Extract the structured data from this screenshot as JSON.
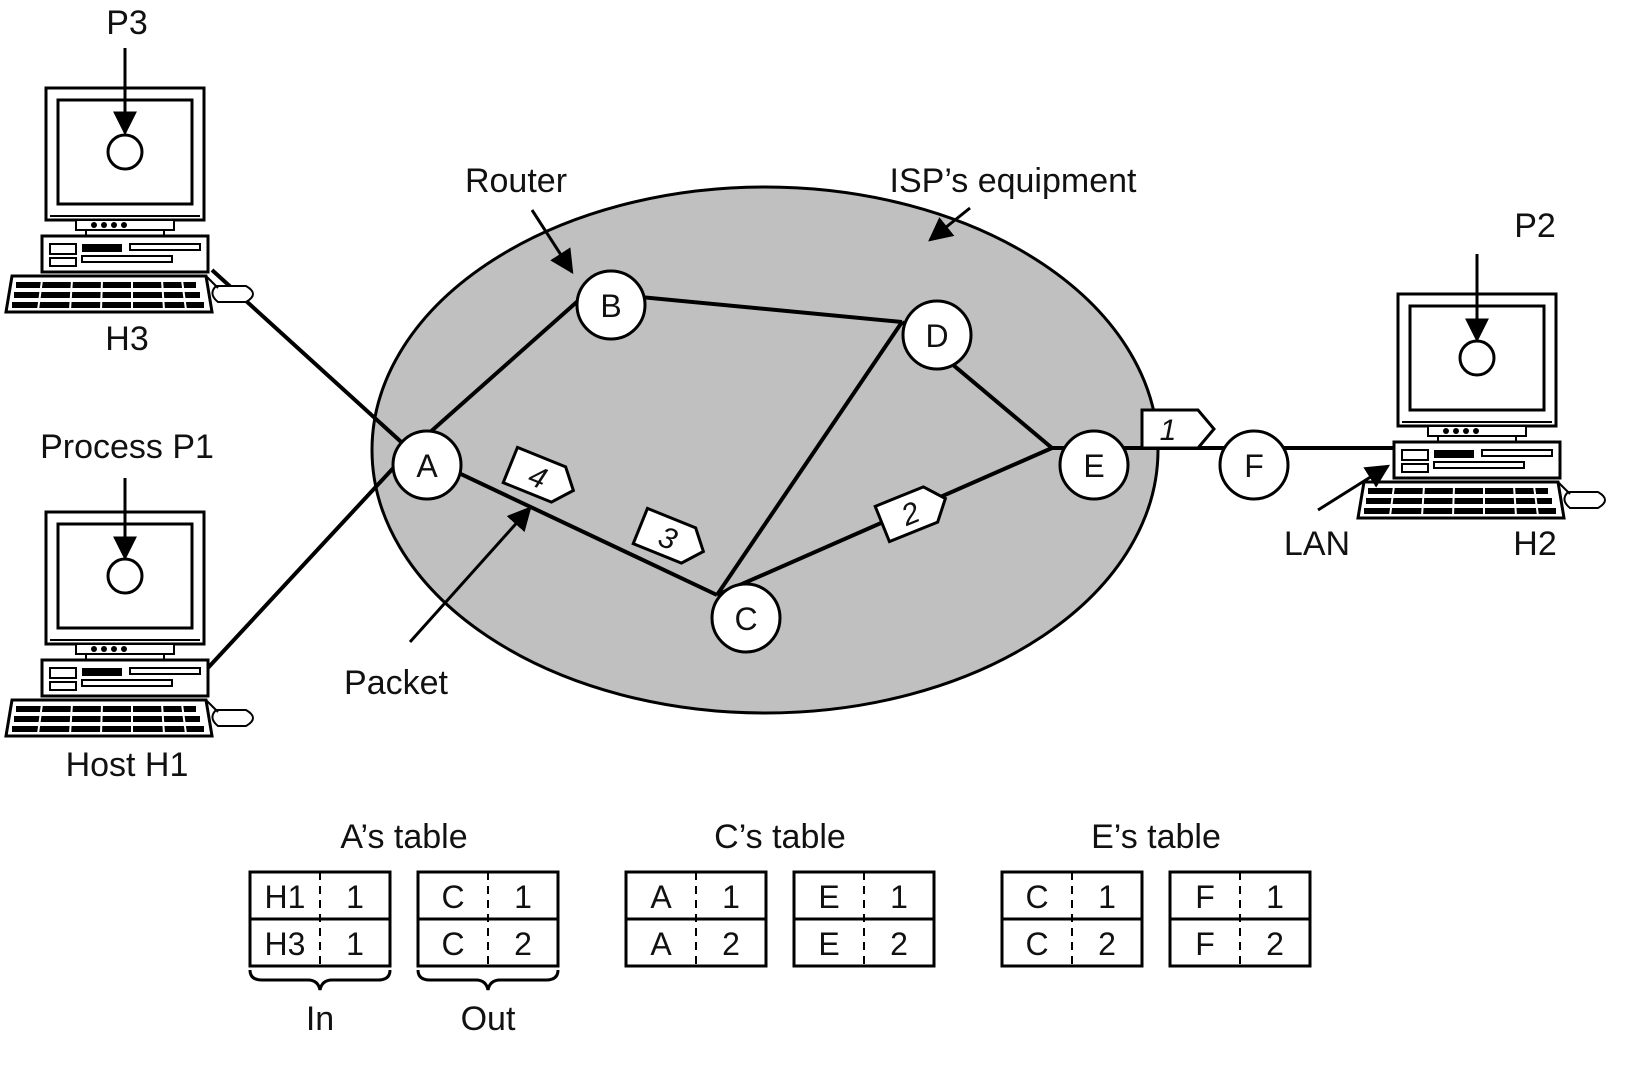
{
  "labels": {
    "p3": "P3",
    "h3": "H3",
    "process_p1": "Process P1",
    "host_h1": "Host H1",
    "router": "Router",
    "isp": "ISP’s equipment",
    "packet": "Packet",
    "p2": "P2",
    "h2": "H2",
    "lan": "LAN",
    "in": "In",
    "out": "Out"
  },
  "nodes": {
    "A": "A",
    "B": "B",
    "C": "C",
    "D": "D",
    "E": "E",
    "F": "F"
  },
  "packets": [
    "1",
    "2",
    "3",
    "4"
  ],
  "tables": [
    {
      "title": "A’s table",
      "in": [
        [
          "H1",
          "1"
        ],
        [
          "H3",
          "1"
        ]
      ],
      "out": [
        [
          "C",
          "1"
        ],
        [
          "C",
          "2"
        ]
      ]
    },
    {
      "title": "C’s table",
      "in": [
        [
          "A",
          "1"
        ],
        [
          "A",
          "2"
        ]
      ],
      "out": [
        [
          "E",
          "1"
        ],
        [
          "E",
          "2"
        ]
      ]
    },
    {
      "title": "E’s table",
      "in": [
        [
          "C",
          "1"
        ],
        [
          "C",
          "2"
        ]
      ],
      "out": [
        [
          "F",
          "1"
        ],
        [
          "F",
          "2"
        ]
      ]
    }
  ],
  "colors": {
    "cloud": "#c0c0c0",
    "line": "#000000",
    "node_fill": "#ffffff"
  }
}
